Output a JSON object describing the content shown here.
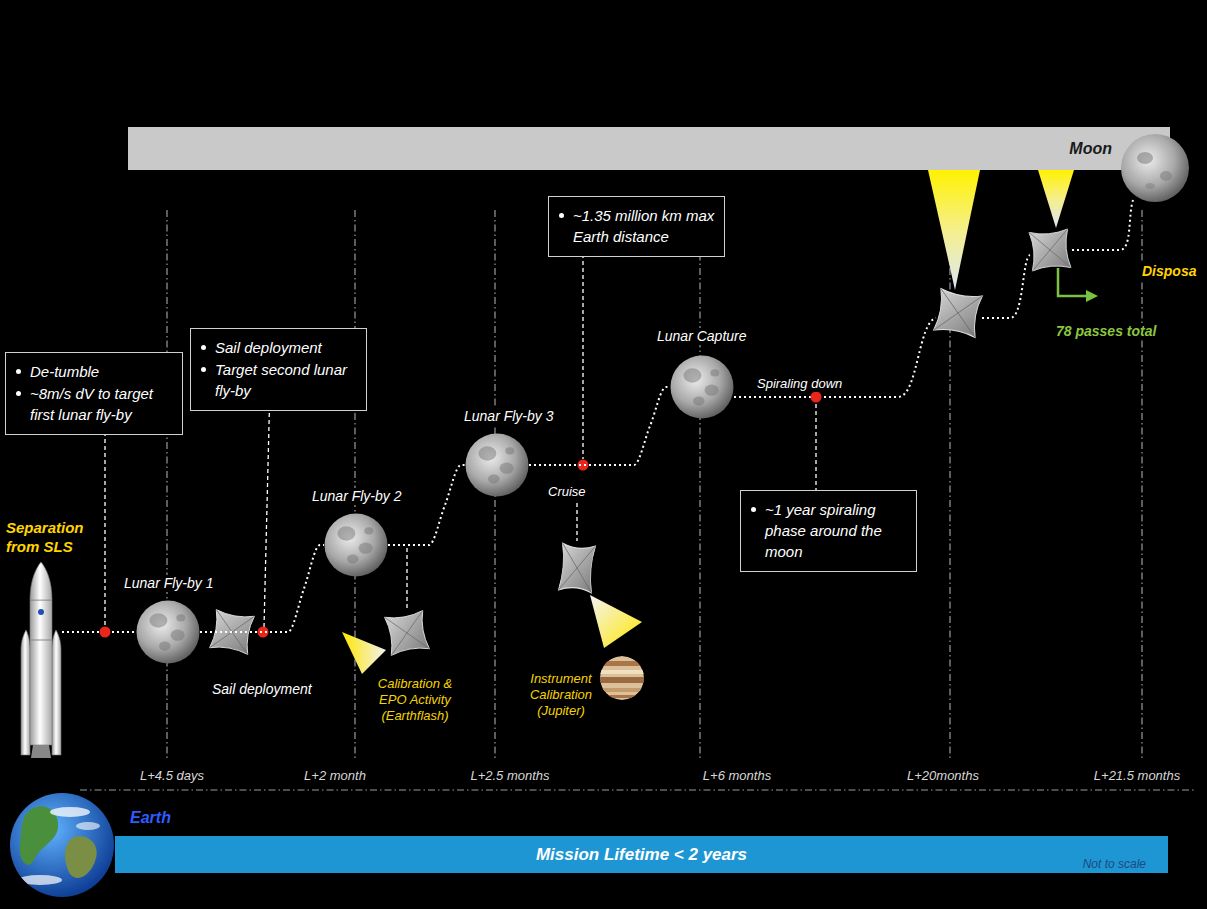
{
  "diagram": {
    "nodes": [
      {
        "text": [
          "Moon"
        ]
      },
      {
        "text": [
          "De-tumble",
          "~8m/s dV to target first lunar fly-by"
        ]
      },
      {
        "text": [
          "Sail deployment",
          "Target second lunar fly-by"
        ]
      },
      {
        "text": [
          "~1.35 million km max Earth distance"
        ]
      },
      {
        "text": [
          "Lunar Fly-by 1"
        ]
      },
      {
        "text": [
          "Lunar Fly-by 2"
        ]
      },
      {
        "text": [
          "Lunar Fly-by 3"
        ]
      },
      {
        "text": [
          "Lunar Capture"
        ]
      },
      {
        "text": [
          "~1 year spiraling phase around the moon"
        ]
      },
      {
        "text": [
          "Mission Lifetime < 2 years",
          "Not to scale"
        ]
      }
    ],
    "edges": [
      {
        "from": 4,
        "to": 5,
        "arrow": "none"
      },
      {
        "from": 5,
        "to": 6,
        "arrow": "none"
      },
      {
        "from": 6,
        "to": 7,
        "arrow": "none"
      }
    ],
    "labels": [
      "Separation from SLS",
      "Sail deployment",
      "Calibration & EPO Activity (Earthflash)",
      "Cruise",
      "Instrument Calibration (Jupiter)",
      "Spiraling down",
      "78 passes total",
      "Disposa",
      "L+4.5 days",
      "L+2 month",
      "L+2.5 months",
      "L+6 months",
      "L+20months",
      "L+21.5 months",
      "Earth"
    ]
  }
}
